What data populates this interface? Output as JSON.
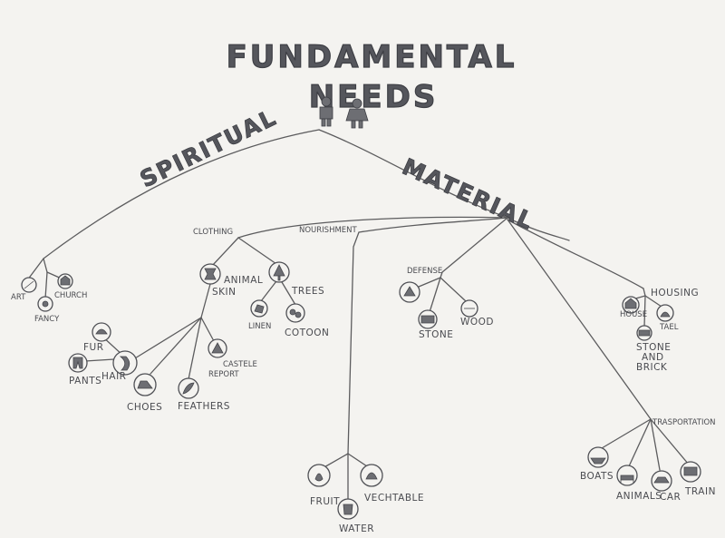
{
  "title": {
    "line1": "FUNDAMENTAL",
    "line2": "NEEDS"
  },
  "branches": {
    "spiritual": "SPIRITUAL",
    "material": "MATERIAL"
  },
  "spiritual_items": {
    "art": "ART",
    "church": "CHURCH",
    "fancy": "FANCY"
  },
  "clothing": {
    "label": "CLOTHING",
    "animal_skin": "ANIMAL\nSKIN",
    "trees": "TREES",
    "linen": "LINEN",
    "cotoon": "COTOON",
    "fur": "FUR",
    "pants": "PANTS",
    "hair": "HAIR",
    "choes": "CHOES",
    "feathers": "FEATHERS",
    "castele_report": "CASTELE\nREPORT"
  },
  "nourishment": {
    "label": "NOURISHMENT",
    "fruit": "FRUIT",
    "vechtable": "VECHTABLE",
    "water": "WATER"
  },
  "defense": {
    "label": "DEFENSE",
    "stone": "STONE",
    "wood": "WOOD"
  },
  "housing": {
    "label": "HOUSING",
    "house": "HOUSE",
    "tael": "TAEL",
    "stone_and_brick": "STONE\nAND\nBRICK"
  },
  "transportation": {
    "label": "TRASPORTATION",
    "boats": "BOATS",
    "animals": "ANIMALS",
    "car": "CAR",
    "train": "TRAIN"
  }
}
